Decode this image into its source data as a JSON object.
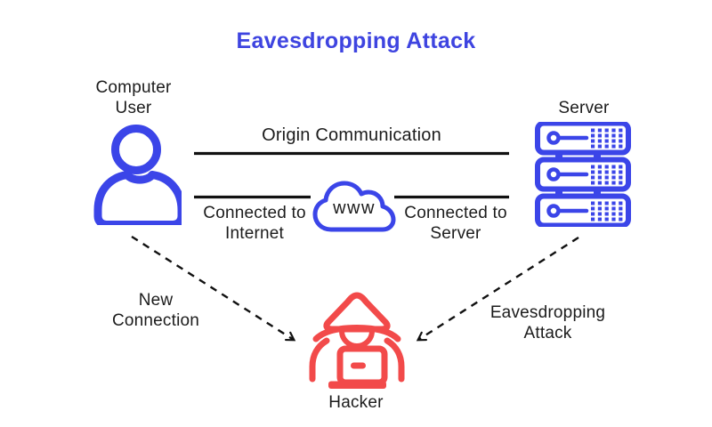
{
  "colors": {
    "title_blue": "#3E44E0",
    "icon_blue": "#3B45E8",
    "hacker_red": "#F24A4A",
    "line_black": "#111111",
    "text_black": "#1C1C1C"
  },
  "diagram": {
    "title": "Eavesdropping Attack",
    "nodes": {
      "computer_user": {
        "label": "Computer User",
        "icon": "user-icon"
      },
      "server": {
        "label": "Server",
        "icon": "server-rack-icon"
      },
      "internet": {
        "label": "www",
        "icon": "cloud-icon"
      },
      "hacker": {
        "label": "Hacker",
        "icon": "hooded-hacker-icon"
      }
    },
    "links": {
      "origin_communication": {
        "label": "Origin Communication",
        "style": "solid"
      },
      "connected_to_internet": {
        "label": "Connected to Internet",
        "style": "solid"
      },
      "connected_to_server": {
        "label": "Connected to Server",
        "style": "solid"
      },
      "new_connection": {
        "label": "New Connection",
        "style": "dashed-arrow"
      },
      "eavesdropping_attack": {
        "label": "Eavesdropping Attack",
        "style": "dashed-arrow"
      }
    }
  }
}
